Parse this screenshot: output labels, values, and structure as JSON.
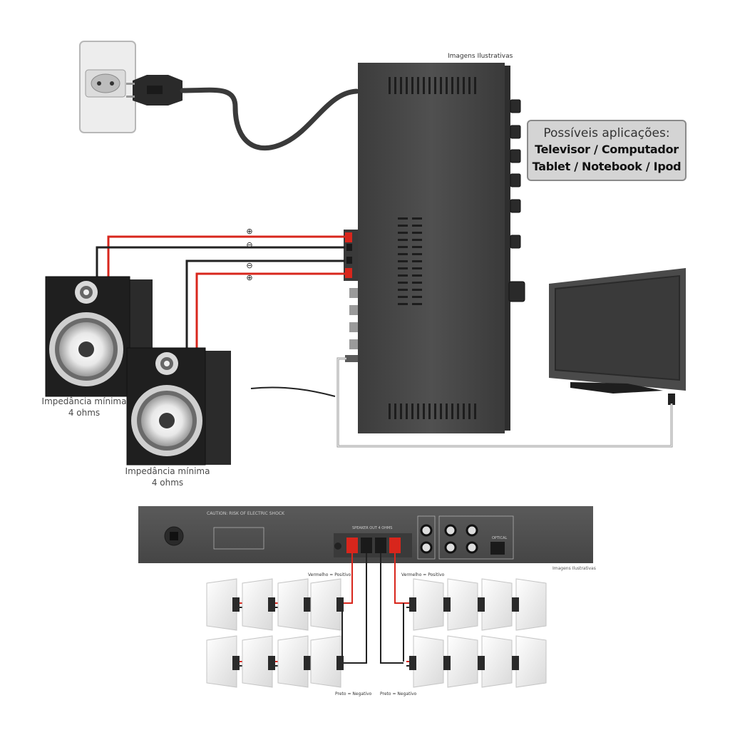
{
  "notes": {
    "illustrative_top": "Imagens Ilustrativas",
    "illustrative_bottom": "Imagens Ilustrativas"
  },
  "applications": {
    "title": "Possíveis aplicações:",
    "line1": "Televisor / Computador",
    "line2": "Tablet / Notebook / Ipod"
  },
  "speakers": {
    "left_label_1": "Impedância mínima",
    "left_label_2": "4 ohms",
    "right_label_1": "Impedância mínima",
    "right_label_2": "4 ohms"
  },
  "polarity": {
    "plus": "⊕",
    "minus": "⊖"
  },
  "rear_panel": {
    "speaker_out": "SPEAKER OUT 4 OHMS",
    "optical": "OPTICAL",
    "warning": "CAUTION: RISK OF ELECTRIC SHOCK"
  },
  "wiring": {
    "red_left": "Vermelho = Positivo",
    "red_right": "Vermelho = Positivo",
    "black_left": "Preto = Negativo",
    "black_right": "Preto = Negativo"
  },
  "colors": {
    "wire_red": "#d8261c",
    "wire_black": "#222222",
    "amp_body": "#4a4a4a",
    "panel_bg": "#d4d4d4"
  }
}
